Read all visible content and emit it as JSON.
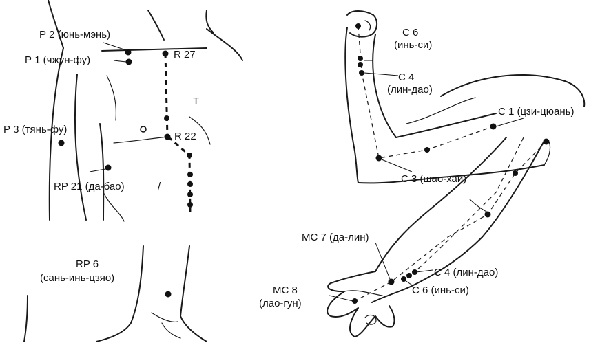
{
  "labels": {
    "p2": "Р 2 (юнь-мэнь)",
    "p1": "Р 1 (чжун-фу)",
    "r27": "R 27",
    "p3": "Р 3 (тянь-фу)",
    "r22": "R 22",
    "rp21": "RP 21 (да-бао)",
    "slash": "/",
    "rp6_code": "RP 6",
    "rp6_name": "(сань-инь-цзяо)",
    "c6_top_code": "С 6",
    "c6_top_name": "(инь-си)",
    "c4_top_code": "С 4",
    "c4_top_name": "(лин-дао)",
    "c1": "С 1 (цзи-цюань)",
    "c3": "С 3 (шао-хай)",
    "mc7": "МС 7 (да-лин)",
    "c4_low": "С 4 (лин-дао)",
    "c6_low": "С 6 (инь-си)",
    "mc8_code": "МС 8",
    "mc8_name": "(лао-гун)",
    "chest_mark": "Т"
  }
}
